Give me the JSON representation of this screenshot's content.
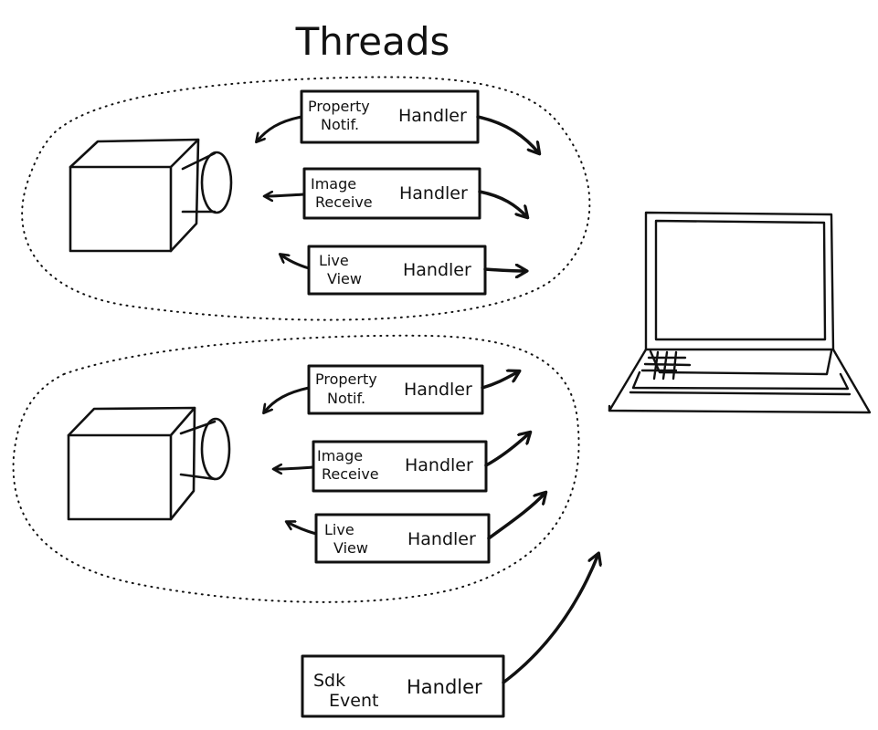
{
  "title": "Threads",
  "groups": [
    {
      "handlers": [
        {
          "prefix": [
            "Property",
            "Notif."
          ],
          "label": "Handler"
        },
        {
          "prefix": [
            "Image",
            "Receive"
          ],
          "label": "Handler"
        },
        {
          "prefix": [
            "Live",
            "View"
          ],
          "label": "Handler"
        }
      ]
    },
    {
      "handlers": [
        {
          "prefix": [
            "Property",
            "Notif."
          ],
          "label": "Handler"
        },
        {
          "prefix": [
            "Image",
            "Receive"
          ],
          "label": "Handler"
        },
        {
          "prefix": [
            "Live",
            "View"
          ],
          "label": "Handler"
        }
      ]
    }
  ],
  "sdk_handler": {
    "prefix": [
      "Sdk",
      "Event"
    ],
    "label": "Handler"
  }
}
